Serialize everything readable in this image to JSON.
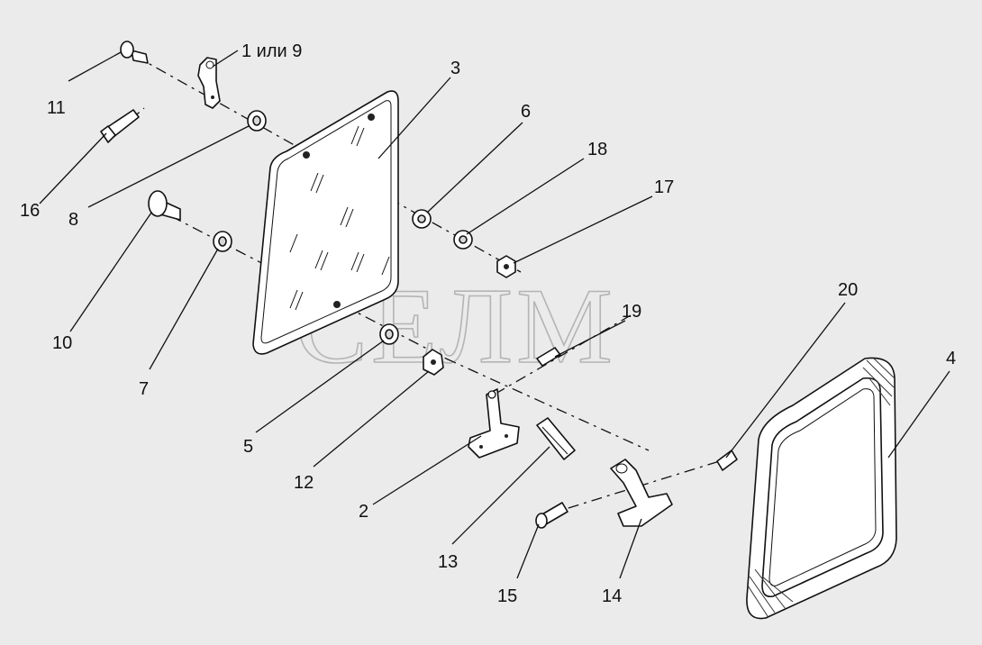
{
  "watermark": "СЕЛМ",
  "callouts": {
    "p1or9": "1 или 9",
    "p2": "2",
    "p3": "3",
    "p4": "4",
    "p5": "5",
    "p6": "6",
    "p7": "7",
    "p8": "8",
    "p10": "10",
    "p11": "11",
    "p12": "12",
    "p13": "13",
    "p14": "14",
    "p15": "15",
    "p16": "16",
    "p17": "17",
    "p18": "18",
    "p19": "19",
    "p20": "20"
  }
}
